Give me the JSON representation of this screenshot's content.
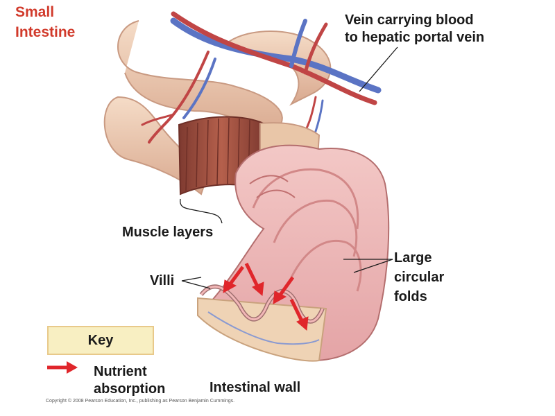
{
  "title": [
    "Small",
    "Intestine"
  ],
  "labels": {
    "vein": [
      "Vein carrying blood",
      "to hepatic portal vein"
    ],
    "muscle_layers": "Muscle layers",
    "villi": "Villi",
    "large_circular_folds": [
      "Large",
      "circular",
      "folds"
    ],
    "intestinal_wall": "Intestinal wall"
  },
  "key": {
    "title": "Key",
    "nutrient_absorption": [
      "Nutrient",
      "absorption"
    ]
  },
  "copyright": "Copyright © 2008 Pearson Education, Inc., publishing as Pearson Benjamin Cummings.",
  "colors": {
    "title": "#d13a2b",
    "arrow": "#e0262b",
    "key_fill": "#f8efc2",
    "vein": "#5b74c4",
    "artery": "#c04545",
    "tissue": "#eec3c1",
    "muscle": "#9a4a3c"
  },
  "icons": {
    "arrow": "red-arrow-icon"
  }
}
